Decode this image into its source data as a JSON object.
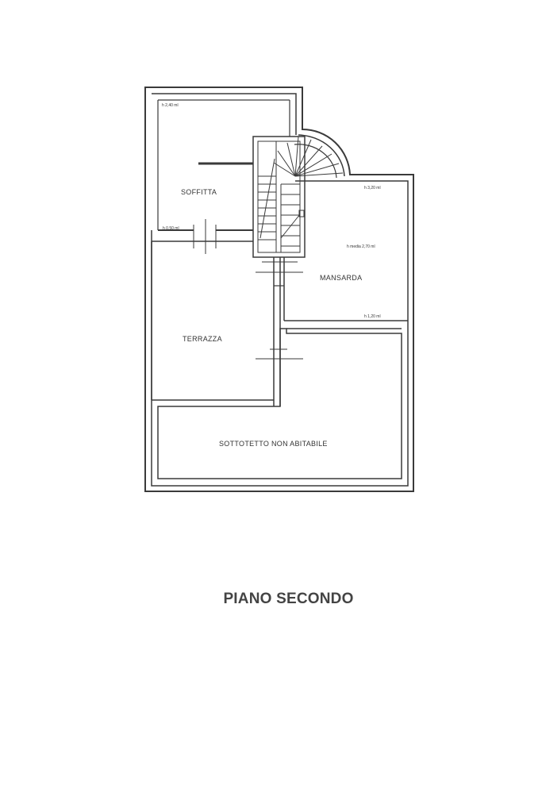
{
  "plan": {
    "rooms": {
      "soffitta": "SOFFITTA",
      "mansarda": "MANSARDA",
      "terrazza": "TERRAZZA",
      "sottotetto": "SOTTOTETTO NON ABITABILE"
    },
    "heights": {
      "soffitta_top": "h 2,40 ml",
      "soffitta_bottom": "h 0,50 ml",
      "mansarda_top": "h 3,20 ml",
      "mansarda_mid": "h media 2,70 ml",
      "mansarda_bottom": "h 1,20 ml"
    },
    "wall_color": "#3a3a3a"
  },
  "title": "PIANO SECONDO"
}
